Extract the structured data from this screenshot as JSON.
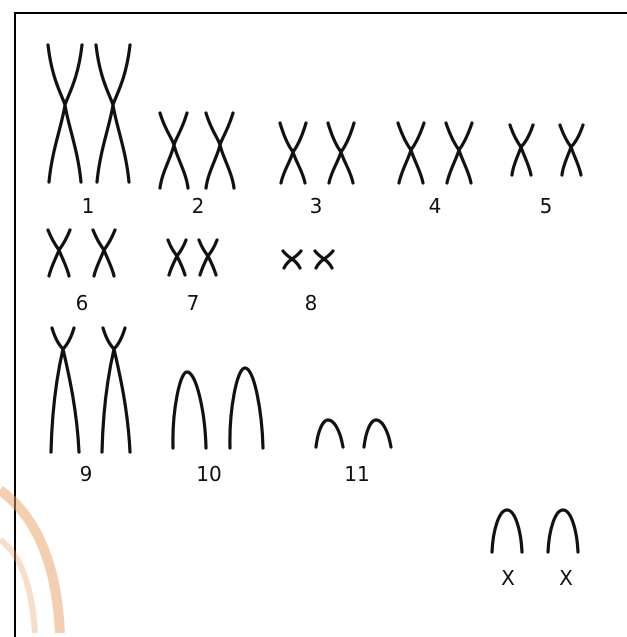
{
  "labels": [
    "1",
    "2",
    "3",
    "4",
    "5",
    "6",
    "7",
    "8",
    "9",
    "10",
    "11",
    "X"
  ],
  "colors": {
    "ink": "#111111",
    "accent": "#e8a060"
  }
}
